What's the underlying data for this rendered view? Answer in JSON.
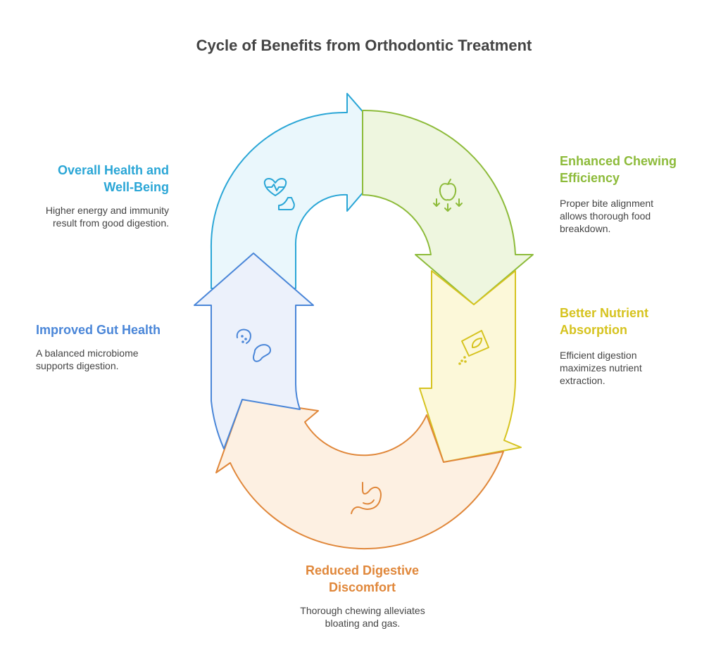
{
  "title": "Cycle of Benefits from Orthodontic Treatment",
  "colors": {
    "health": "#2aa6d6",
    "chewing": "#8dbb3a",
    "nutrient": "#d6c31f",
    "digestive": "#e0873a",
    "gut": "#4a86d8"
  },
  "stages": {
    "health": {
      "title": "Overall Health and Well-Being",
      "desc": "Higher energy and immunity result from good digestion.",
      "icon": "heart-arm-icon"
    },
    "chewing": {
      "title": "Enhanced Chewing Efficiency",
      "desc": "Proper bite alignment allows thorough food breakdown.",
      "icon": "apple-arrows-icon"
    },
    "nutrient": {
      "title": "Better Nutrient Absorption",
      "desc": "Efficient digestion maximizes nutrient extraction.",
      "icon": "nutrient-packet-icon"
    },
    "digestive": {
      "title": "Reduced Digestive Discomfort",
      "desc": "Thorough chewing alleviates bloating and gas.",
      "icon": "stomach-icon"
    },
    "gut": {
      "title": "Improved Gut Health",
      "desc": "A balanced microbiome supports digestion.",
      "icon": "microbiome-icon"
    }
  }
}
